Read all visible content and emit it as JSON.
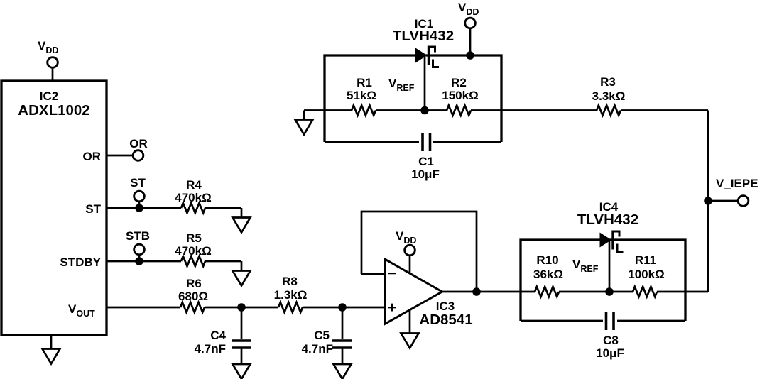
{
  "colors": {
    "ink": "#000000",
    "background": "#ffffff"
  },
  "net_vdd": {
    "main": "V",
    "sub": "DD"
  },
  "net_vref": {
    "main": "V",
    "sub": "REF"
  },
  "terminals": {
    "or": "OR",
    "st": "ST",
    "stb": "STB",
    "v_iepe": "V_IEPE"
  },
  "ic2": {
    "ref": "IC2",
    "part": "ADXL1002",
    "pins": {
      "or": "OR",
      "st": "ST",
      "stdby": "STDBY",
      "vout_main": "V",
      "vout_sub": "OUT"
    }
  },
  "ic1": {
    "ref": "IC1",
    "part": "TLVH432"
  },
  "ic3": {
    "ref": "IC3",
    "part": "AD8541",
    "minus": "−",
    "plus": "+"
  },
  "ic4": {
    "ref": "IC4",
    "part": "TLVH432"
  },
  "r1": {
    "ref": "R1",
    "value": "51kΩ"
  },
  "r2": {
    "ref": "R2",
    "value": "150kΩ"
  },
  "r3": {
    "ref": "R3",
    "value": "3.3kΩ"
  },
  "r4": {
    "ref": "R4",
    "value": "470kΩ"
  },
  "r5": {
    "ref": "R5",
    "value": "470kΩ"
  },
  "r6": {
    "ref": "R6",
    "value": "680Ω"
  },
  "r8": {
    "ref": "R8",
    "value": "1.3kΩ"
  },
  "r10": {
    "ref": "R10",
    "value": "36kΩ"
  },
  "r11": {
    "ref": "R11",
    "value": "100kΩ"
  },
  "c1": {
    "ref": "C1",
    "value": "10μF"
  },
  "c4": {
    "ref": "C4",
    "value": "4.7nF"
  },
  "c5": {
    "ref": "C5",
    "value": "4.7nF"
  },
  "c8": {
    "ref": "C8",
    "value": "10μF"
  }
}
